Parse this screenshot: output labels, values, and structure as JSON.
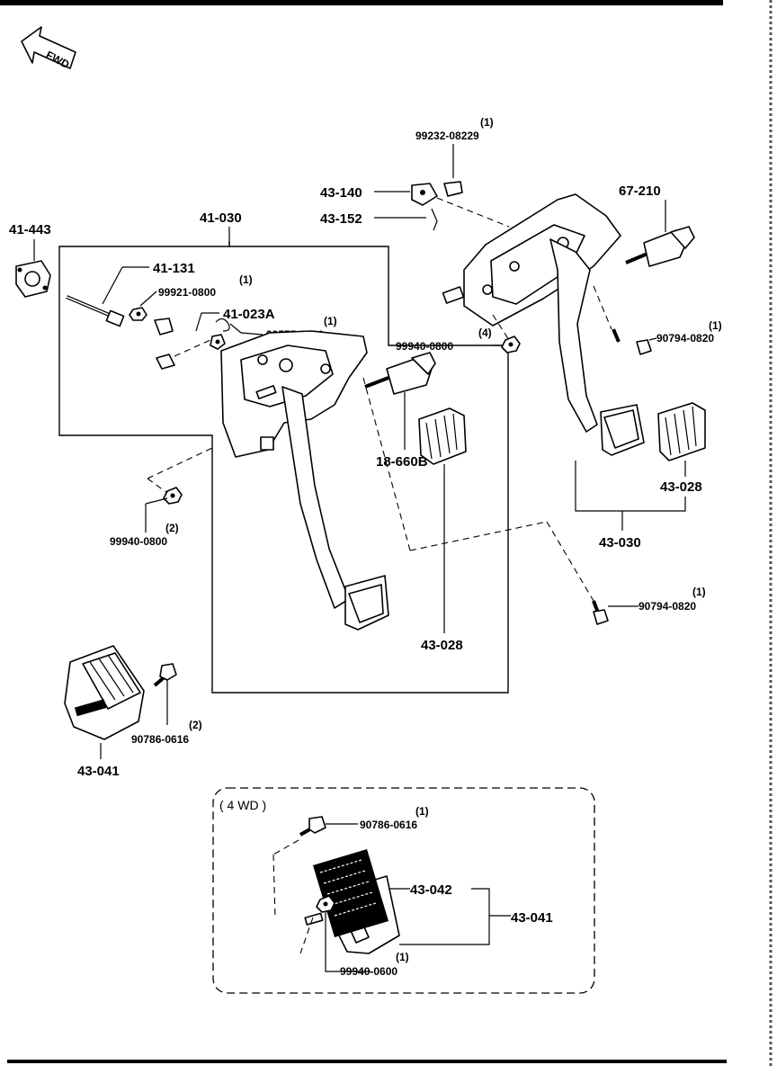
{
  "header": {
    "direction_label": "FWD"
  },
  "labels": {
    "c41_443": "41-443",
    "c41_030": "41-030",
    "c41_131": "41-131",
    "c41_023a": "41-023A",
    "c43_140": "43-140",
    "c43_152": "43-152",
    "c67_210": "67-210",
    "c18_660b": "18-660B",
    "c43_028_left": "43-028",
    "c43_028_right": "43-028",
    "c43_030": "43-030",
    "c43_041_left": "43-041",
    "c43_042": "43-042",
    "c43_041_box": "43-041"
  },
  "bolts": {
    "b99232_08229": {
      "number": "99232-08229",
      "qty": "(1)"
    },
    "b99921_0800": {
      "number": "99921-0800",
      "qty": "(1)"
    },
    "b99575_0600": {
      "number": "99575-0600",
      "qty": "(1)"
    },
    "b99940_0800_top": {
      "number": "99940-0800",
      "qty": "(4)"
    },
    "b90794_0820_top": {
      "number": "90794-0820",
      "qty": "(1)"
    },
    "b99940_0800_left": {
      "number": "99940-0800",
      "qty": "(2)"
    },
    "b90794_0820_mid": {
      "number": "90794-0820",
      "qty": "(1)"
    },
    "b90786_0616_left": {
      "number": "90786-0616",
      "qty": "(2)"
    },
    "b90786_0616_box": {
      "number": "90786-0616",
      "qty": "(1)"
    },
    "b99940_0600_box": {
      "number": "99940-0600",
      "qty": "(1)"
    }
  },
  "variant_box": {
    "title": "( 4 WD )"
  }
}
